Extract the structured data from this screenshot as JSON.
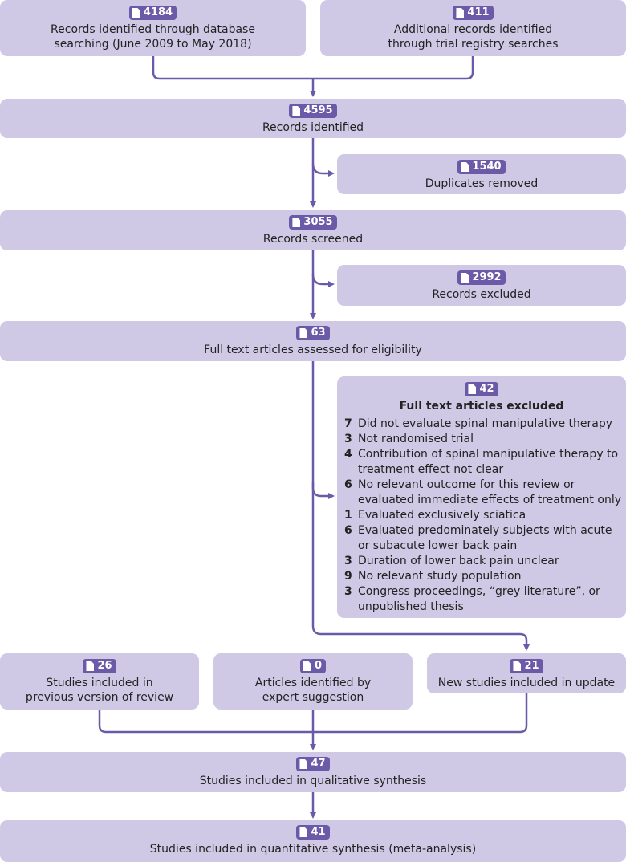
{
  "boxes": {
    "db_search": {
      "count": "4184",
      "label": "Records identified through database searching (June 2009 to May 2018)"
    },
    "registry": {
      "count": "411",
      "label": "Additional records identified through trial registry searches"
    },
    "identified": {
      "count": "4595",
      "label": "Records identified"
    },
    "duplicates": {
      "count": "1540",
      "label": "Duplicates removed"
    },
    "screened": {
      "count": "3055",
      "label": "Records screened"
    },
    "excluded": {
      "count": "2992",
      "label": "Records excluded"
    },
    "fulltext": {
      "count": "63",
      "label": "Full text articles assessed for eligibility"
    },
    "fulltext_excluded": {
      "count": "42",
      "title": "Full text articles excluded",
      "reasons": [
        {
          "n": "7",
          "text": "Did not evaluate spinal manipulative therapy"
        },
        {
          "n": "3",
          "text": "Not randomised trial"
        },
        {
          "n": "4",
          "text": "Contribution of spinal manipulative therapy to treatment effect not clear"
        },
        {
          "n": "6",
          "text": "No relevant outcome for this review or evaluated immediate effects of treatment only"
        },
        {
          "n": "1",
          "text": "Evaluated exclusively sciatica"
        },
        {
          "n": "6",
          "text": "Evaluated predominately subjects with acute or subacute lower back pain"
        },
        {
          "n": "3",
          "text": "Duration of lower back pain unclear"
        },
        {
          "n": "9",
          "text": "No relevant study population"
        },
        {
          "n": "3",
          "text": "Congress proceedings, “grey literature”, or unpublished thesis"
        }
      ]
    },
    "previous": {
      "count": "26",
      "label": "Studies included in previous version of review"
    },
    "expert": {
      "count": "0",
      "label": "Articles identified by expert suggestion"
    },
    "new": {
      "count": "21",
      "label": "New studies included in update"
    },
    "qualitative": {
      "count": "47",
      "label": "Studies included in qualitative synthesis"
    },
    "quantitative": {
      "count": "41",
      "label": "Studies included in quantitative synthesis (meta-analysis)"
    }
  },
  "colors": {
    "box": "#cfc9e6",
    "badge": "#6b5aa8",
    "connector": "#6b5aa8"
  }
}
